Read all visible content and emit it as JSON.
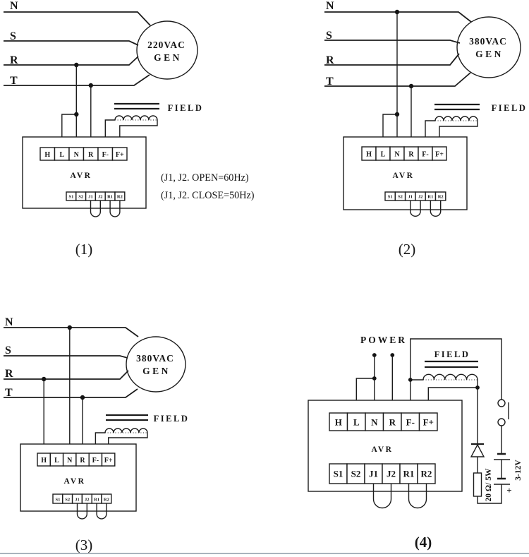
{
  "page": {
    "background": "#ffffff",
    "ink_color": "#1c1c1c",
    "bottom_border_color": "#a9b3bc"
  },
  "diagrams": [
    {
      "caption": "(1)",
      "phases": [
        "N",
        "S",
        "R",
        "T"
      ],
      "generator": {
        "voltage": "220VAC",
        "name": "GEN"
      },
      "field_label": "FIELD",
      "avr_label": "AVR",
      "terminals_top": [
        "H",
        "L",
        "N",
        "R",
        "F-",
        "F+"
      ],
      "terminals_bottom": [
        "S1",
        "S2",
        "J1",
        "J2",
        "R1",
        "R2"
      ],
      "notes": [
        "(J1, J2.  OPEN=60Hz)",
        "(J1, J2.  CLOSE=50Hz)"
      ]
    },
    {
      "caption": "(2)",
      "phases": [
        "N",
        "S",
        "R",
        "T"
      ],
      "generator": {
        "voltage": "380VAC",
        "name": "GEN"
      },
      "field_label": "FIELD",
      "avr_label": "AVR",
      "terminals_top": [
        "H",
        "L",
        "N",
        "R",
        "F-",
        "F+"
      ],
      "terminals_bottom": [
        "S1",
        "S2",
        "J1",
        "J2",
        "R1",
        "R2"
      ]
    },
    {
      "caption": "(3)",
      "phases": [
        "N",
        "S",
        "R",
        "T"
      ],
      "generator": {
        "voltage": "380VAC",
        "name": "GEN"
      },
      "field_label": "FIELD",
      "avr_label": "AVR",
      "terminals_top": [
        "H",
        "L",
        "N",
        "R",
        "F-",
        "F+"
      ],
      "terminals_bottom": [
        "S1",
        "S2",
        "J1",
        "J2",
        "R1",
        "R2"
      ]
    },
    {
      "caption": "(4)",
      "power_label": "POWER",
      "field_label": "FIELD",
      "avr_label": "AVR",
      "terminals_top": [
        "H",
        "L",
        "N",
        "R",
        "F-",
        "F+"
      ],
      "terminals_bottom": [
        "S1",
        "S2",
        "J1",
        "J2",
        "R1",
        "R2"
      ],
      "resistor_label": "20 Ω/ 5W",
      "battery_label": "3-12V",
      "battery_positive": "+"
    }
  ]
}
